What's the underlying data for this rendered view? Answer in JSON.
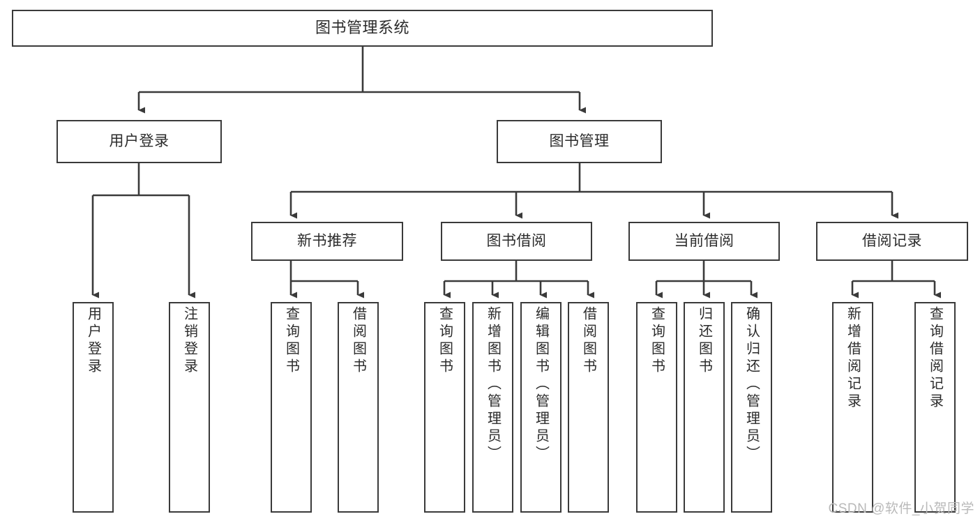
{
  "diagram": {
    "title": "图书管理系统",
    "type": "tree-hierarchy-chart",
    "root": {
      "id": "root",
      "label": "图书管理系统"
    },
    "level1": [
      {
        "id": "user-login",
        "label": "用户登录"
      },
      {
        "id": "book-manage",
        "label": "图书管理"
      }
    ],
    "level2": [
      {
        "id": "new-book-rec",
        "label": "新书推荐"
      },
      {
        "id": "book-borrow",
        "label": "图书借阅"
      },
      {
        "id": "current-borrow",
        "label": "当前借阅"
      },
      {
        "id": "borrow-record",
        "label": "借阅记录"
      }
    ],
    "leaves": {
      "user_login": [
        {
          "id": "leaf-user-login",
          "label": "用户登录"
        },
        {
          "id": "leaf-logout",
          "label": "注销登录"
        }
      ],
      "new_book_rec": [
        {
          "id": "leaf-query-book-1",
          "label": "查询图书"
        },
        {
          "id": "leaf-borrow-book-1",
          "label": "借阅图书"
        }
      ],
      "book_borrow": [
        {
          "id": "leaf-query-book-2",
          "label": "查询图书"
        },
        {
          "id": "leaf-add-book",
          "label": "新增图书（管理员）"
        },
        {
          "id": "leaf-edit-book",
          "label": "编辑图书（管理员）"
        },
        {
          "id": "leaf-borrow-book-2",
          "label": "借阅图书"
        }
      ],
      "current_borrow": [
        {
          "id": "leaf-query-book-3",
          "label": "查询图书"
        },
        {
          "id": "leaf-return-book",
          "label": "归还图书"
        },
        {
          "id": "leaf-confirm-return",
          "label": "确认归还（管理员）"
        }
      ],
      "borrow_record": [
        {
          "id": "leaf-add-record",
          "label": "新增借阅记录"
        },
        {
          "id": "leaf-query-record",
          "label": "查询借阅记录"
        }
      ]
    }
  },
  "watermark": {
    "text": "CSDN @软件_小贺同学"
  },
  "colors": {
    "box_border": "#3a3a3a",
    "box_fill": "#ffffff",
    "text": "#2b2b2b",
    "edge": "#3a3a3a",
    "watermark": "#b9b9b9",
    "background": "#ffffff"
  }
}
